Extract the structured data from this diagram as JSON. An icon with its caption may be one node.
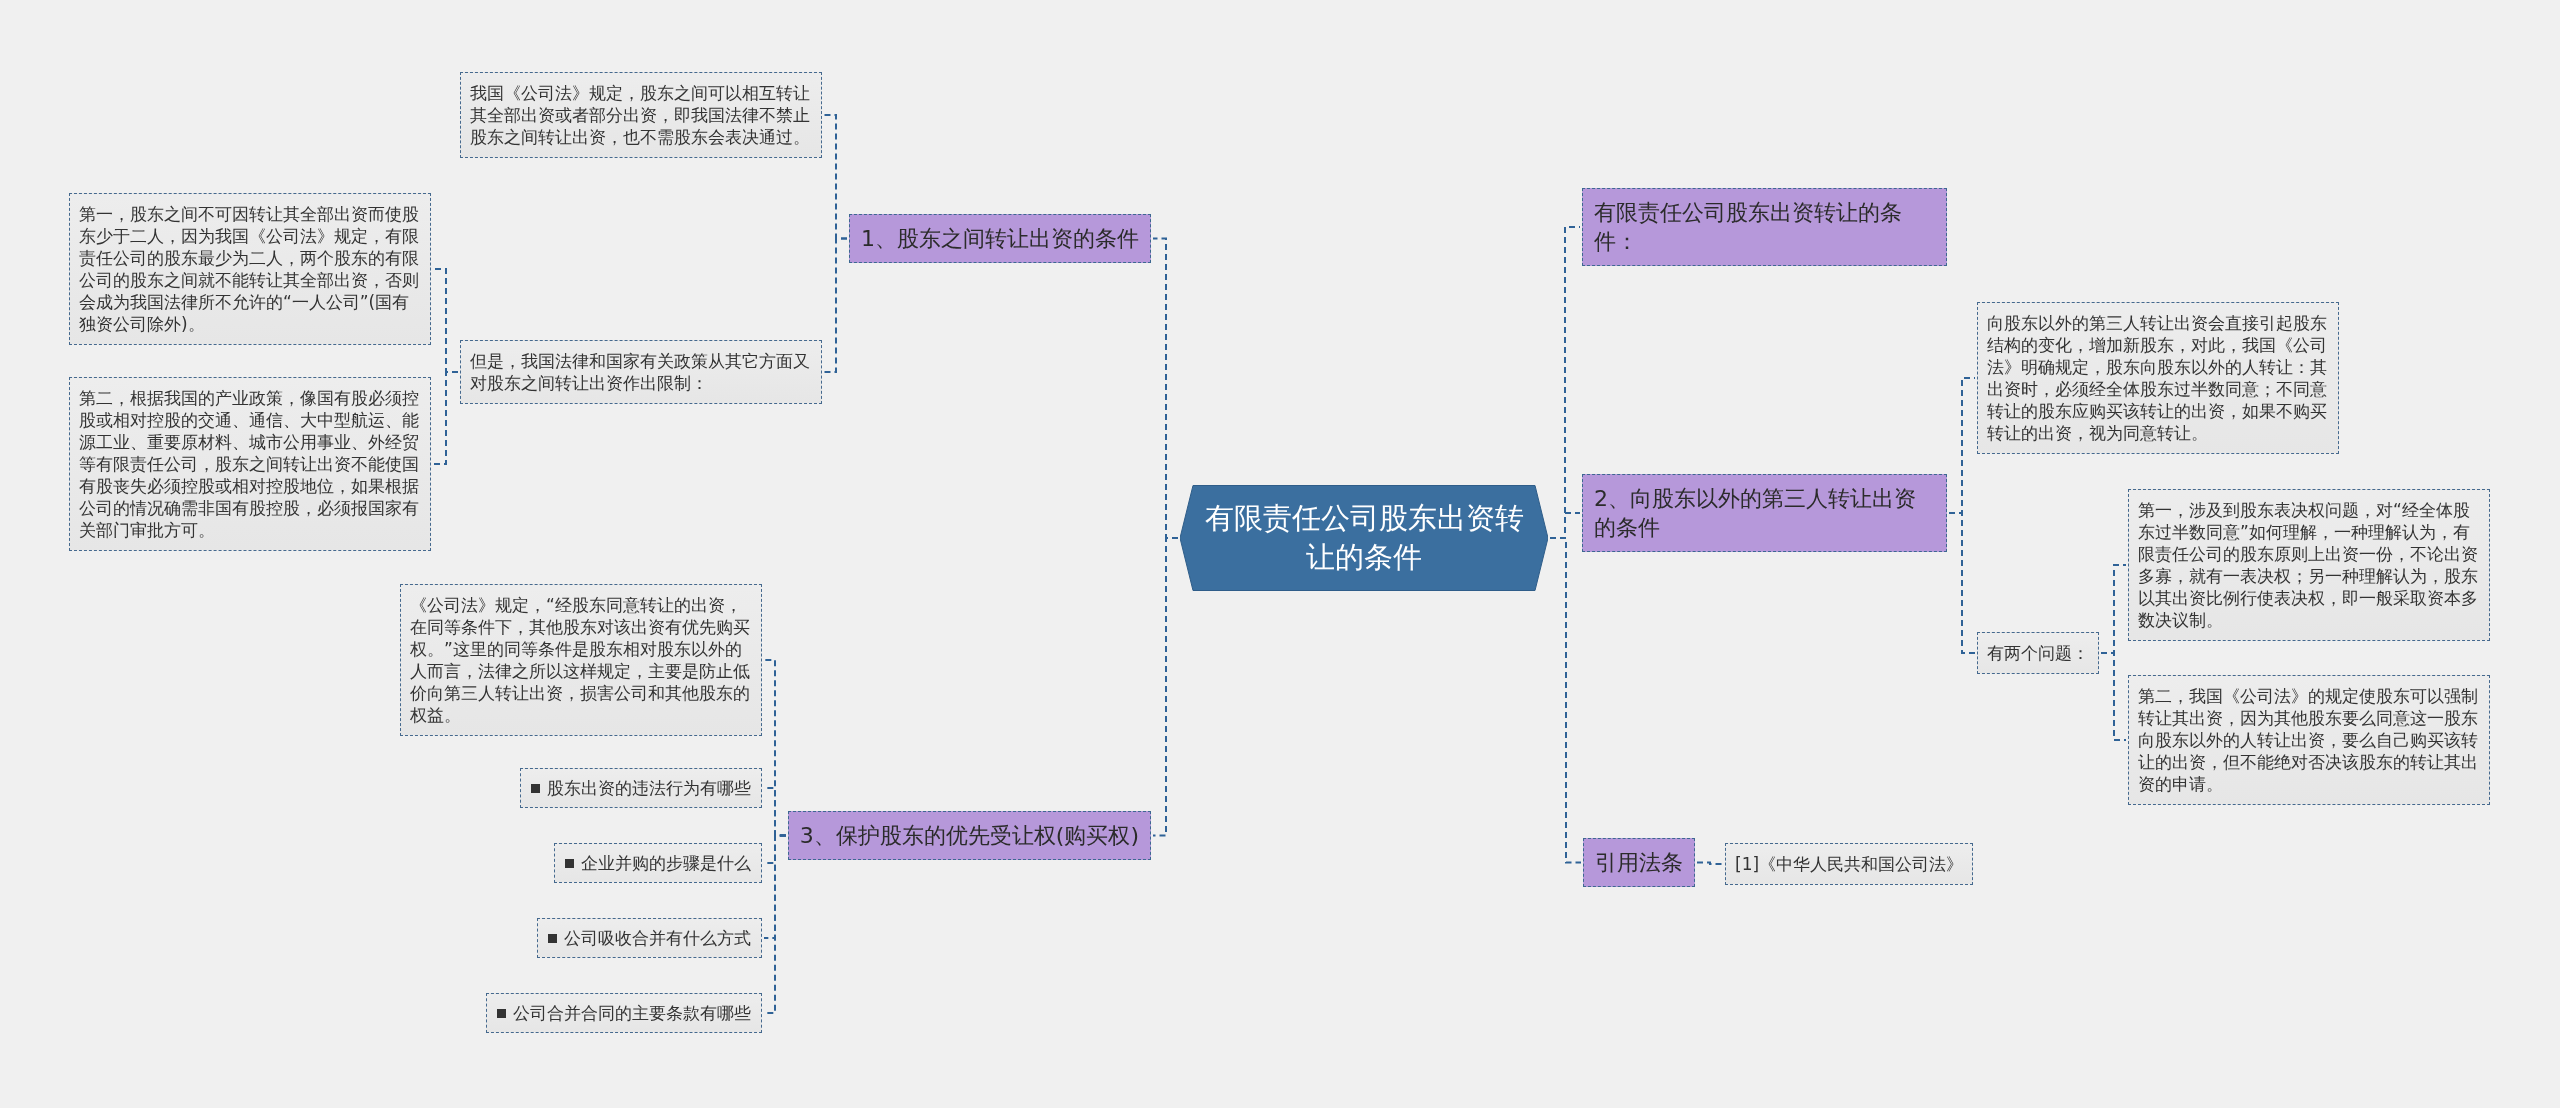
{
  "diagram": {
    "nodes": [
      {
        "text": [
          "有限责任公司股东出资转让的条件"
        ]
      },
      {
        "text": [
          "1、股东之间转让出资的条件"
        ]
      },
      {
        "text": [
          "我国《公司法》规定，股东之间可以相互转让其全部出资或者部分出资，即我国法律不禁止股东之间转让出资，也不需股东会表决通过。"
        ]
      },
      {
        "text": [
          "但是，我国法律和国家有关政策从其它方面又对股东之间转让出资作出限制："
        ]
      },
      {
        "text": [
          "第一，股东之间不可因转让其全部出资而使股东少于二人，因为我国《公司法》规定，有限责任公司的股东最少为二人，两个股东的有限公司的股东之间就不能转让其全部出资，否则会成为我国法律所不允许的“一人公司”(国有独资公司除外)。"
        ]
      },
      {
        "text": [
          "第二，根据我国的产业政策，像国有股必须控股或相对控股的交通、通信、大中型航运、能源工业、重要原材料、城市公用事业、外经贸等有限责任公司，股东之间转让出资不能使国有股丧失必须控股或相对控股地位，如果根据公司的情况确需非国有股控股，必须报国家有关部门审批方可。"
        ]
      },
      {
        "text": [
          "3、保护股东的优先受让权(购买权)"
        ]
      },
      {
        "text": [
          "《公司法》规定，“经股东同意转让的出资，在同等条件下，其他股东对该出资有优先购买权。”这里的同等条件是股东相对股东以外的人而言，法律之所以这样规定，主要是防止低价向第三人转让出资，损害公司和其他股东的权益。"
        ]
      },
      {
        "text": [
          "股东出资的违法行为有哪些"
        ]
      },
      {
        "text": [
          "企业并购的步骤是什么"
        ]
      },
      {
        "text": [
          "公司吸收合并有什么方式"
        ]
      },
      {
        "text": [
          "公司合并合同的主要条款有哪些"
        ]
      },
      {
        "text": [
          "有限责任公司股东出资转让的条件："
        ]
      },
      {
        "text": [
          "2、向股东以外的第三人转让出资的条件"
        ]
      },
      {
        "text": [
          "向股东以外的第三人转让出资会直接引起股东结构的变化，增加新股东，对此，我国《公司法》明确规定，股东向股东以外的人转让：其出资时，必须经全体股东过半数同意；不同意转让的股东应购买该转让的出资，如果不购买转让的出资，视为同意转让。"
        ]
      },
      {
        "text": [
          "有两个问题："
        ]
      },
      {
        "text": [
          "第一，涉及到股东表决权问题，对“经全体股东过半数同意”如何理解，一种理解认为，有限责任公司的股东原则上出资一份，不论出资多寡，就有一表决权；另一种理解认为，股东以其出资比例行使表决权，即一般采取资本多数决议制。"
        ]
      },
      {
        "text": [
          "第二，我国《公司法》的规定使股东可以强制转让其出资，因为其他股东要么同意这一股东向股东以外的人转让出资，要么自己购买该转让的出资，但不能绝对否决该股东的转让其出资的申请。"
        ]
      },
      {
        "text": [
          "引用法条"
        ]
      },
      {
        "text": [
          "[1]《中华人民共和国公司法》"
        ]
      }
    ],
    "edges": [
      {
        "from": 0,
        "to": 1,
        "arrow": "none"
      },
      {
        "from": 1,
        "to": 2,
        "arrow": "none"
      },
      {
        "from": 1,
        "to": 3,
        "arrow": "none"
      },
      {
        "from": 3,
        "to": 4,
        "arrow": "none"
      },
      {
        "from": 3,
        "to": 5,
        "arrow": "none"
      },
      {
        "from": 0,
        "to": 6,
        "arrow": "none"
      },
      {
        "from": 6,
        "to": 7,
        "arrow": "none"
      },
      {
        "from": 6,
        "to": 8,
        "arrow": "none"
      },
      {
        "from": 6,
        "to": 9,
        "arrow": "none"
      },
      {
        "from": 6,
        "to": 10,
        "arrow": "none"
      },
      {
        "from": 6,
        "to": 11,
        "arrow": "none"
      },
      {
        "from": 0,
        "to": 12,
        "arrow": "none"
      },
      {
        "from": 0,
        "to": 13,
        "arrow": "none"
      },
      {
        "from": 13,
        "to": 14,
        "arrow": "none"
      },
      {
        "from": 13,
        "to": 15,
        "arrow": "none"
      },
      {
        "from": 15,
        "to": 16,
        "arrow": "none"
      },
      {
        "from": 15,
        "to": 17,
        "arrow": "none"
      },
      {
        "from": 0,
        "to": 18,
        "arrow": "none"
      },
      {
        "from": 18,
        "to": 19,
        "arrow": "none"
      }
    ]
  }
}
